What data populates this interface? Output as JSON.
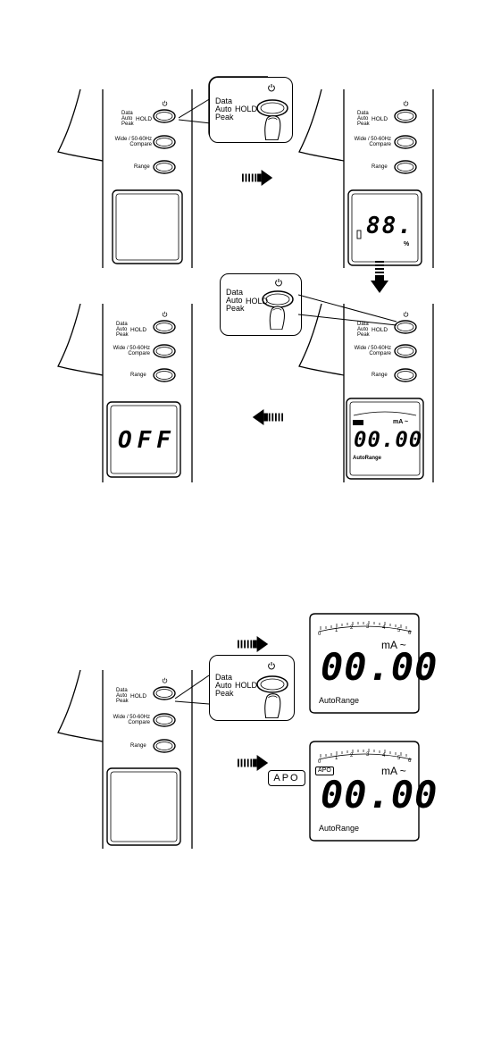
{
  "buttons": {
    "data_auto_peak": [
      "Data",
      "Auto",
      "Peak"
    ],
    "hold": "HOLD",
    "wide_compare": [
      "Wide / 50-60Hz",
      "Compare"
    ],
    "range": "Range"
  },
  "zoom": {
    "data_auto_peak": [
      "Data",
      "Auto",
      "Peak"
    ],
    "hold": "HOLD"
  },
  "display": {
    "test_digits": "88.",
    "test_unit": "%",
    "off_text": "OFF",
    "reading": "00.00",
    "unit": "mA",
    "ac_symbol": "~",
    "autorange": "AutoRange",
    "apo": "APO",
    "apo_callout": "APO",
    "scale_ticks": [
      "0",
      "1",
      "2",
      "3",
      "4",
      "5",
      "6"
    ]
  },
  "icons": [
    "power-icon",
    "arrow-right-icon",
    "arrow-down-icon",
    "arrow-left-icon",
    "finger-icon",
    "battery-icon"
  ]
}
